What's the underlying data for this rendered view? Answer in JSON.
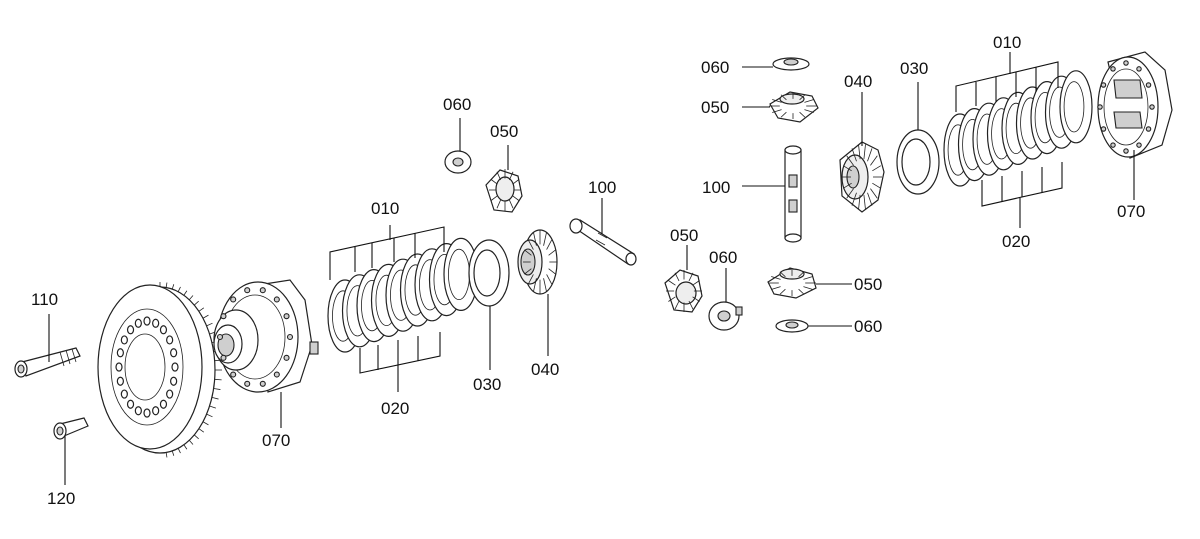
{
  "labels": {
    "l010a": "010",
    "l020a": "020",
    "l030a": "030",
    "l040a": "040",
    "l050a": "050",
    "l060a": "060",
    "l050b": "050",
    "l060b": "060",
    "l070a": "070",
    "l100a": "100",
    "l110": "110",
    "l120": "120",
    "l060c": "060",
    "l050c": "050",
    "l040b": "040",
    "l030b": "030",
    "l010b": "010",
    "l020b": "020",
    "l070b": "070",
    "l100b": "100",
    "l050d": "050",
    "l060d": "060"
  },
  "colors": {
    "line": "#222222",
    "fill": "#ffffff",
    "shade": "#cfcfcf"
  }
}
